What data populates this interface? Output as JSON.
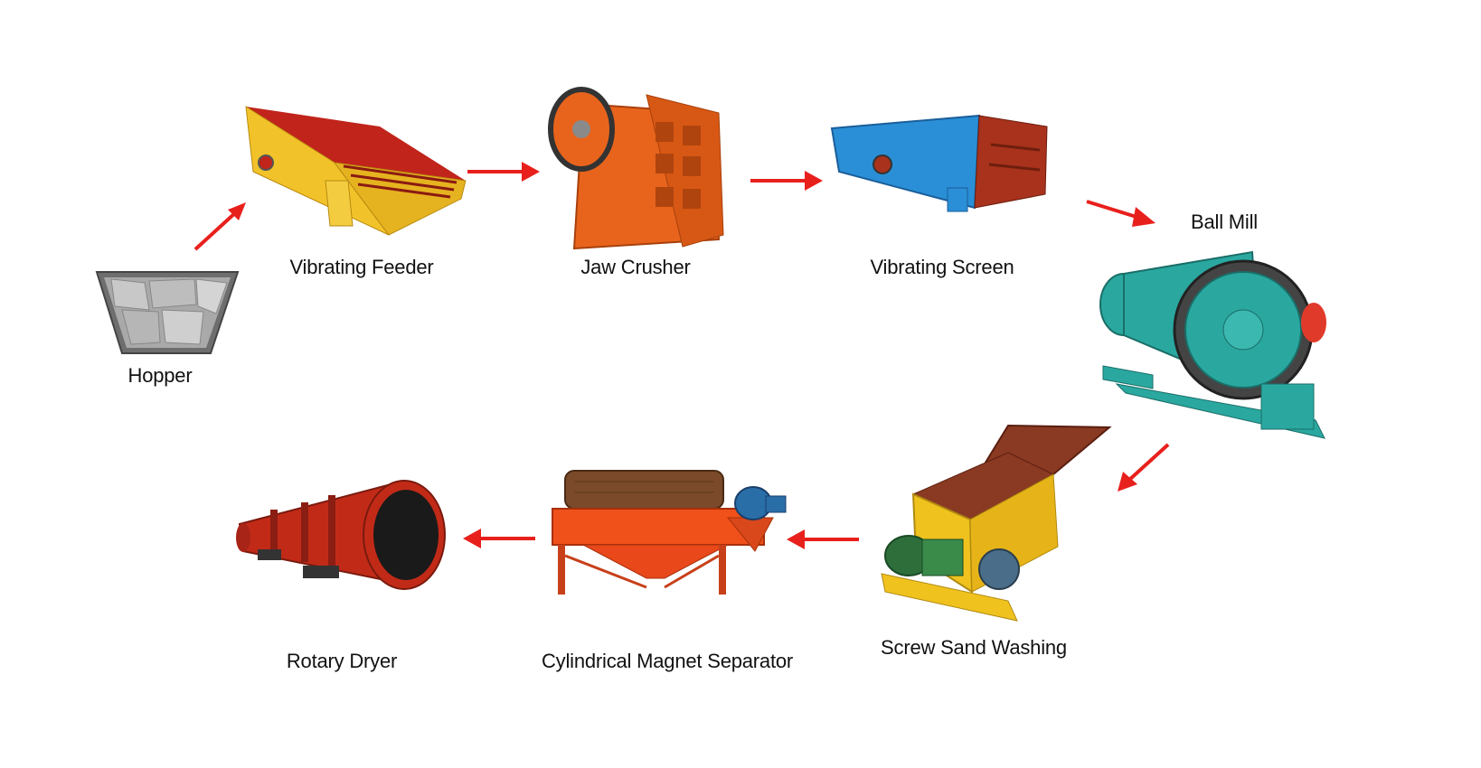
{
  "flow": {
    "stages": [
      {
        "id": "hopper",
        "label": "Hopper"
      },
      {
        "id": "vibrating-feeder",
        "label": "Vibrating Feeder"
      },
      {
        "id": "jaw-crusher",
        "label": "Jaw Crusher"
      },
      {
        "id": "vibrating-screen",
        "label": "Vibrating Screen"
      },
      {
        "id": "ball-mill",
        "label": "Ball Mill"
      },
      {
        "id": "screw-sand-washing",
        "label": "Screw Sand Washing"
      },
      {
        "id": "cylindrical-magnet-separator",
        "label": "Cylindrical Magnet Separator"
      },
      {
        "id": "rotary-dryer",
        "label": "Rotary Dryer"
      }
    ],
    "arrow_color": "#e8201c",
    "colors": {
      "feeder_yellow": "#f2c22a",
      "feeder_red": "#c0241b",
      "crusher_orange": "#e8641c",
      "screen_blue": "#2a8fd6",
      "screen_frame": "#a8321c",
      "mill_teal": "#2aa8a0",
      "mill_gear": "#333333",
      "washer_yellow": "#f0c21e",
      "washer_brown": "#8a3a22",
      "separator_orange": "#f0501a",
      "dryer_red": "#c22a18"
    }
  }
}
